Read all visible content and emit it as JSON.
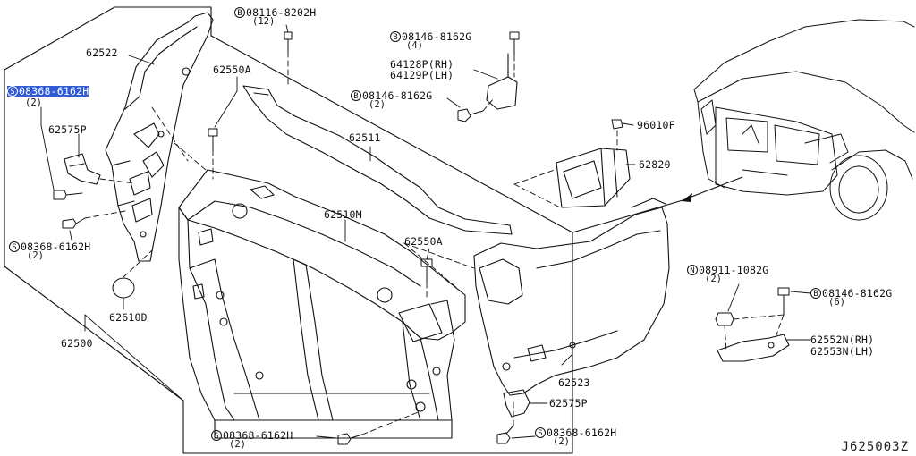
{
  "diagram": {
    "code": "J625003Z",
    "parts": {
      "p62522": "62522",
      "p62550a_top": "62550A",
      "p62575p_left": "62575P",
      "p62511": "62511",
      "p62510m": "62510M",
      "p62550a_mid": "62550A",
      "p62610d": "62610D",
      "p62500": "62500",
      "p62523": "62523",
      "p62575p_bottom": "62575P",
      "p96010f": "96010F",
      "p62820": "62820",
      "p64128p": "64128P(RH)",
      "p64129p": "64129P(LH)",
      "p62552n": "62552N(RH)",
      "p62553n": "62553N(LH)"
    },
    "fasteners": {
      "f08116_top": {
        "symbol": "B",
        "number": "08116-8202H",
        "qty": "(12)"
      },
      "f08146_top": {
        "symbol": "B",
        "number": "08146-8162G",
        "qty": "(4)"
      },
      "f08146_mid": {
        "symbol": "B",
        "number": "08146-8162G",
        "qty": "(2)"
      },
      "f08368_sel": {
        "symbol": "S",
        "number": "08368-6162H",
        "qty": "(2)"
      },
      "f08368_left": {
        "symbol": "S",
        "number": "08368-6162H",
        "qty": "(2)"
      },
      "f08368_bl": {
        "symbol": "S",
        "number": "08368-6162H",
        "qty": "(2)"
      },
      "f08368_br": {
        "symbol": "S",
        "number": "08368-6162H",
        "qty": "(2)"
      },
      "f08911": {
        "symbol": "N",
        "number": "08911-1082G",
        "qty": "(2)"
      },
      "f08146_right": {
        "symbol": "B",
        "number": "08146-8162G",
        "qty": "(6)"
      }
    }
  }
}
